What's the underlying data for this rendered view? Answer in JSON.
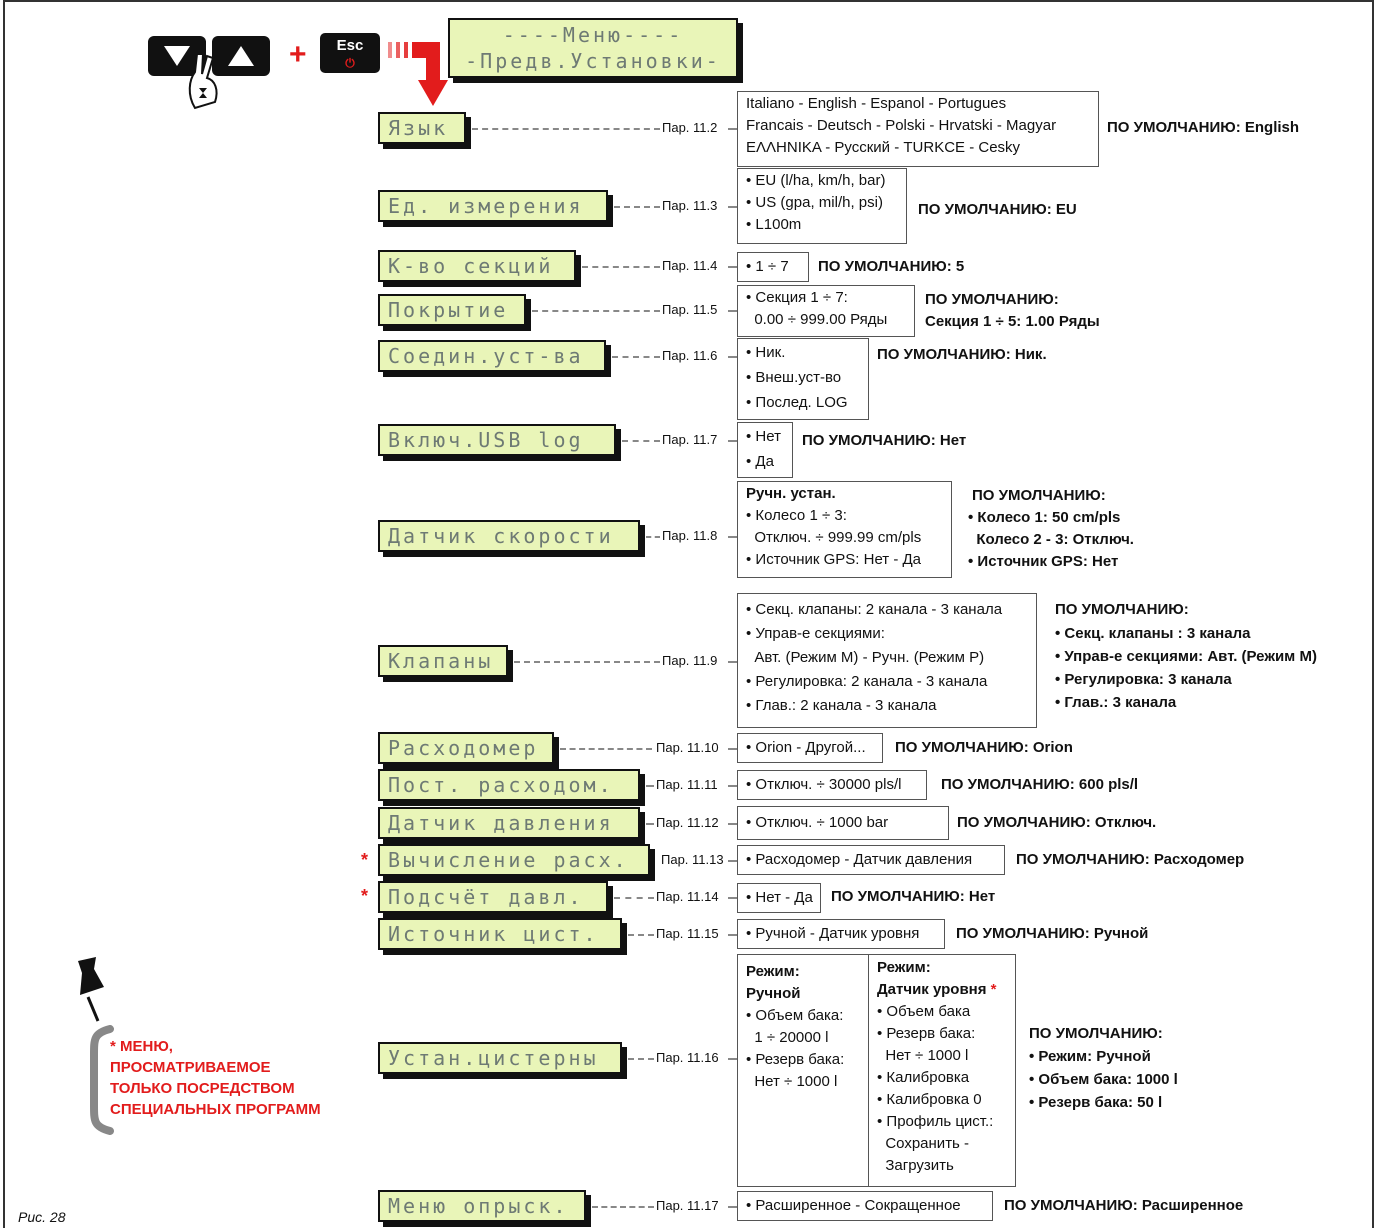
{
  "header": {
    "plus": "+",
    "esc": "Esc",
    "menu_line1": "----Меню----",
    "menu_line2": "-Предв.Установки-"
  },
  "rows": [
    {
      "lcd": "Язык",
      "par": "Пар. 11.2",
      "options": [
        "Italiano - English - Espanol - Portugues",
        "Francais - Deutsch - Polski - Hrvatski - Magyar",
        "ΕΛΛΗΝΙΚΑ - Русский - TURKCE - Cesky"
      ],
      "default": [
        "ПО УМОЛЧАНИЮ: English"
      ]
    },
    {
      "lcd": "Ед. измерения",
      "par": "Пар. 11.3",
      "options": [
        "• EU (l/ha, km/h, bar)",
        "• US (gpa, mil/h, psi)",
        "• L100m"
      ],
      "default": [
        "ПО УМОЛЧАНИЮ: EU"
      ]
    },
    {
      "lcd": "К-во секций",
      "par": "Пар. 11.4",
      "options": [
        "• 1 ÷ 7"
      ],
      "default": [
        "ПО УМОЛЧАНИЮ: 5"
      ]
    },
    {
      "lcd": "Покрытие",
      "par": "Пар. 11.5",
      "options": [
        "• Секция 1 ÷ 7:",
        "  0.00 ÷ 999.00 Ряды"
      ],
      "default": [
        "ПО УМОЛЧАНИЮ:",
        "Секция 1 ÷ 5: 1.00 Ряды"
      ]
    },
    {
      "lcd": "Соедин.уст-ва",
      "par": "Пар. 11.6",
      "options": [
        "• Ник.",
        "• Внеш.уст-во",
        "• Послед. LOG"
      ],
      "default": [
        "ПО УМОЛЧАНИЮ: Ник."
      ]
    },
    {
      "lcd": "Включ.USB log",
      "par": "Пар. 11.7",
      "options": [
        "• Нет",
        "• Да"
      ],
      "default": [
        "ПО УМОЛЧАНИЮ: Нет"
      ]
    },
    {
      "lcd": "Датчик скорости",
      "par": "Пар. 11.8",
      "options": [
        "Ручн. устан.",
        "• Колесо 1 ÷ 3:",
        "  Отключ. ÷ 999.99 cm/pls",
        "• Источник GPS: Нет - Да"
      ],
      "default": [
        "ПО УМОЛЧАНИЮ:",
        "• Колесо 1: 50 cm/pls",
        "  Колесо 2 - 3: Отключ.",
        "• Источник GPS: Нет"
      ]
    },
    {
      "lcd": "Клапаны",
      "par": "Пар. 11.9",
      "options": [
        "• Секц. клапаны: 2 канала - 3 канала",
        "• Управ-е секциями:",
        "  Авт. (Режим М) - Ручн. (Режим Р)",
        "• Регулировка: 2 канала - 3 канала",
        "• Глав.: 2 канала - 3 канала"
      ],
      "default": [
        "ПО УМОЛЧАНИЮ:",
        "• Секц. клапаны : 3 канала",
        "• Управ-е секциями: Авт. (Режим М)",
        "• Регулировка: 3 канала",
        "• Глав.: 3 канала"
      ]
    },
    {
      "lcd": "Расходомер",
      "par": "Пар. 11.10",
      "options": [
        "• Orion - Другой..."
      ],
      "default": [
        "ПО УМОЛЧАНИЮ: Orion"
      ]
    },
    {
      "lcd": "Пост. расходом.",
      "par": "Пар. 11.11",
      "options": [
        "• Отключ. ÷ 30000 pls/l"
      ],
      "default": [
        "ПО УМОЛЧАНИЮ: 600 pls/l"
      ]
    },
    {
      "lcd": "Датчик давления",
      "par": "Пар. 11.12",
      "options": [
        "• Отключ. ÷ 1000 bar"
      ],
      "default": [
        "ПО УМОЛЧАНИЮ: Отключ."
      ]
    },
    {
      "lcd": "Вычисление расх.",
      "par": "Пар. 11.13",
      "options": [
        "• Расходомер - Датчик давления"
      ],
      "default": [
        "ПО УМОЛЧАНИЮ: Расходомер"
      ]
    },
    {
      "lcd": "Подсчёт давл.",
      "par": "Пар. 11.14",
      "options": [
        "• Нет - Да"
      ],
      "default": [
        "ПО УМОЛЧАНИЮ: Нет"
      ]
    },
    {
      "lcd": "Источник цист.",
      "par": "Пар. 11.15",
      "options": [
        "• Ручной - Датчик уровня"
      ],
      "default": [
        "ПО УМОЛЧАНИЮ: Ручной"
      ]
    },
    {
      "lcd": "Устан.цистерны",
      "par": "Пар. 11.16",
      "options": [
        "Режим:",
        "Ручной",
        "• Объем бака:",
        "  1 ÷ 20000 l",
        "• Резерв бака:",
        "  Нет ÷ 1000 l"
      ],
      "options2": [
        "Режим:",
        "Датчик уровня",
        "• Объем бака",
        "• Резерв бака:",
        "  Нет ÷ 1000 l",
        "• Калибровка",
        "• Калибровка 0",
        "• Профиль цист.:",
        "  Сохранить -",
        "  Загрузить"
      ],
      "default": [
        "ПО УМОЛЧАНИЮ:",
        "• Режим: Ручной",
        "• Объем бака: 1000 l",
        "• Резерв бака: 50 l"
      ]
    },
    {
      "lcd": "Меню опрыск.",
      "par": "Пар. 11.17",
      "options": [
        "• Расширенное - Сокращенное"
      ],
      "default": [
        "ПО УМОЛЧАНИЮ: Расширенное"
      ]
    }
  ],
  "stars": [
    "*",
    "*",
    "*"
  ],
  "note": [
    "* МЕНЮ,",
    "ПРОСМАТРИВАЕМОЕ",
    "ТОЛЬКО ПОСРЕДСТВОМ",
    "СПЕЦИАЛЬНЫХ ПРОГРАММ"
  ],
  "figure_label": "Рис. 28"
}
